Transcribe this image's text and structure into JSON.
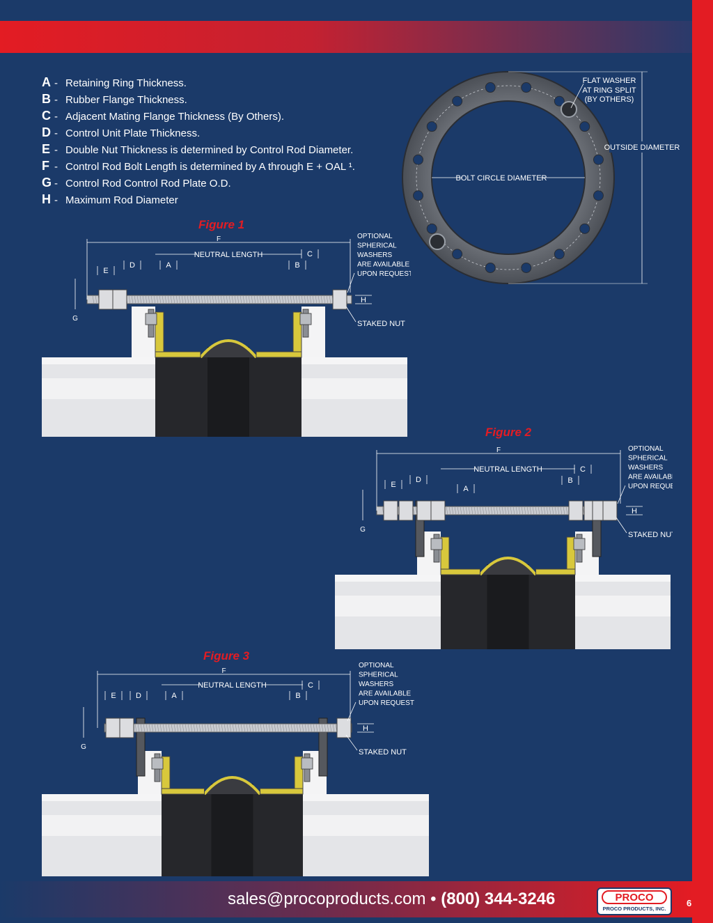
{
  "legend": [
    {
      "key": "A",
      "text": "Retaining Ring Thickness."
    },
    {
      "key": "B",
      "text": "Rubber Flange Thickness."
    },
    {
      "key": "C",
      "text": "Adjacent Mating Flange Thickness (By Others)."
    },
    {
      "key": "D",
      "text": "Control Unit Plate Thickness."
    },
    {
      "key": "E",
      "text": "Double Nut Thickness is determined by Control Rod Diameter."
    },
    {
      "key": "F",
      "text": "Control Rod Bolt Length is determined by A through E + OAL ¹."
    },
    {
      "key": "G",
      "text": "Control Rod Control Rod Plate O.D."
    },
    {
      "key": "H",
      "text": "Maximum Rod Diameter"
    }
  ],
  "legend_separator": "-",
  "ring": {
    "flat_washer": [
      "FLAT WASHER",
      "AT RING SPLIT",
      "(BY OTHERS)"
    ],
    "outside_diameter": "OUTSIDE DIAMETER",
    "bolt_circle_diameter": "BOLT CIRCLE DIAMETER"
  },
  "figures": [
    {
      "title": "Figure 1"
    },
    {
      "title": "Figure 2"
    },
    {
      "title": "Figure 3"
    }
  ],
  "dims": {
    "f": "F",
    "neutral": "NEUTRAL LENGTH",
    "a": "A",
    "b": "B",
    "c": "C",
    "d": "D",
    "e": "E",
    "g": "G",
    "h": "H",
    "optional": [
      "OPTIONAL",
      "SPHERICAL",
      "WASHERS",
      "ARE AVAILABLE",
      "UPON REQUEST"
    ],
    "staked_nut": "STAKED NUT"
  },
  "footer": {
    "email": "sales@procoproducts.com",
    "bullet": " • ",
    "phone": "(800) 344-3246",
    "logo_main": "PROCO",
    "logo_sub": "PROCO PRODUCTS, INC.",
    "page": "6"
  },
  "colors": {
    "background": "#1b3a69",
    "accent": "#e31c23",
    "yellow": "#d8c83c"
  }
}
